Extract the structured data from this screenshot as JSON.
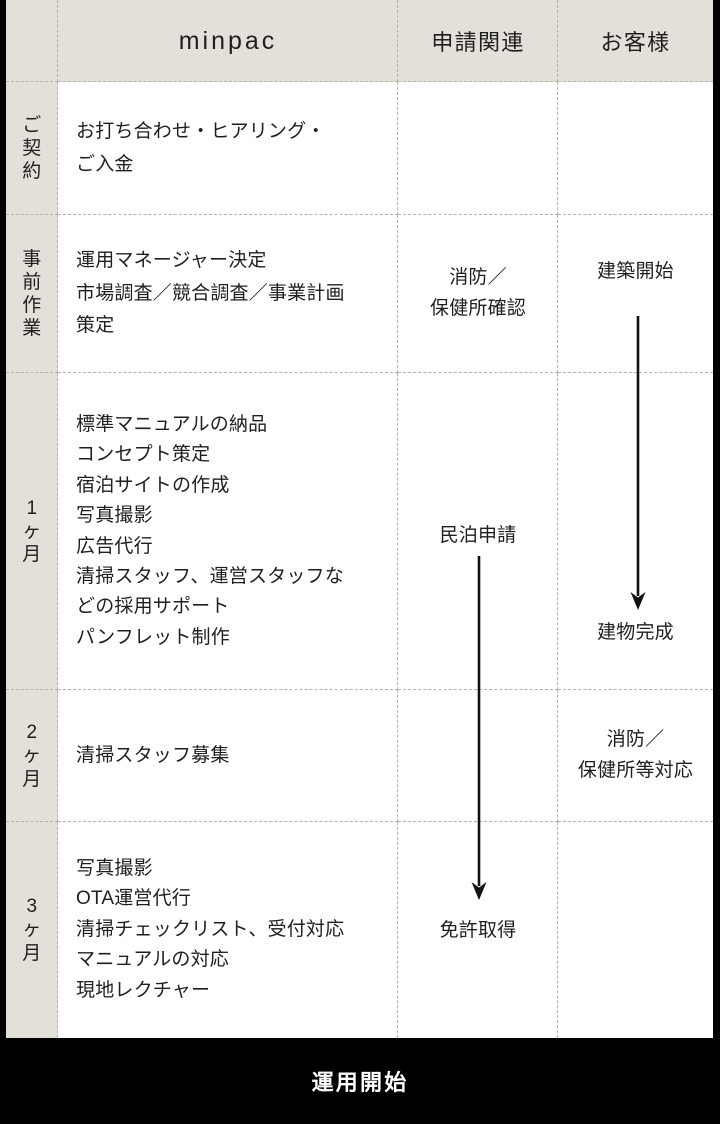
{
  "header": {
    "stage_col": "",
    "brand": "minpac",
    "permits": "申請関連",
    "customer": "お客様"
  },
  "rows": [
    {
      "stage": [
        "ご",
        "契",
        "約"
      ],
      "minpac": [
        "お打ち合わせ・ヒアリング・",
        "ご入金"
      ],
      "permits": [],
      "customer": []
    },
    {
      "stage": [
        "事",
        "前",
        "作",
        "業"
      ],
      "minpac": [
        "運用マネージャー決定",
        "市場調査／競合調査／事業計画",
        "策定"
      ],
      "permits": [
        "消防／",
        "保健所確認"
      ],
      "customer": [
        "建築開始"
      ]
    },
    {
      "stage": [
        "1",
        "ヶ",
        "月"
      ],
      "minpac": [
        "標準マニュアルの納品",
        "コンセプト策定",
        "宿泊サイトの作成",
        "写真撮影",
        "広告代行",
        "清掃スタッフ、運営スタッフな",
        "どの採用サポート",
        "パンフレット制作"
      ],
      "permits": [
        "民泊申請"
      ],
      "customer": [
        "建物完成"
      ]
    },
    {
      "stage": [
        "2",
        "ヶ",
        "月"
      ],
      "minpac": [
        "清掃スタッフ募集"
      ],
      "permits": [],
      "customer": [
        "消防／",
        "保健所等対応"
      ]
    },
    {
      "stage": [
        "3",
        "ヶ",
        "月"
      ],
      "minpac": [
        "写真撮影",
        "OTA運営代行",
        "清掃チェックリスト、受付対応",
        "マニュアルの対応",
        "現地レクチャー"
      ],
      "permits": [
        "免許取得"
      ],
      "customer": []
    }
  ],
  "arrows": [
    {
      "name": "construction-arrow",
      "from": "建築開始",
      "to": "建物完成"
    },
    {
      "name": "permit-arrow",
      "from": "民泊申請",
      "to": "免許取得"
    }
  ],
  "footer": {
    "label": "運用開始"
  },
  "colors": {
    "tint": "#e3dfd9",
    "cell": "#ffffff",
    "rule": "#b5b0a9",
    "frame": "#000000",
    "text": "#1f1f1f",
    "footer_text": "#ffffff"
  }
}
